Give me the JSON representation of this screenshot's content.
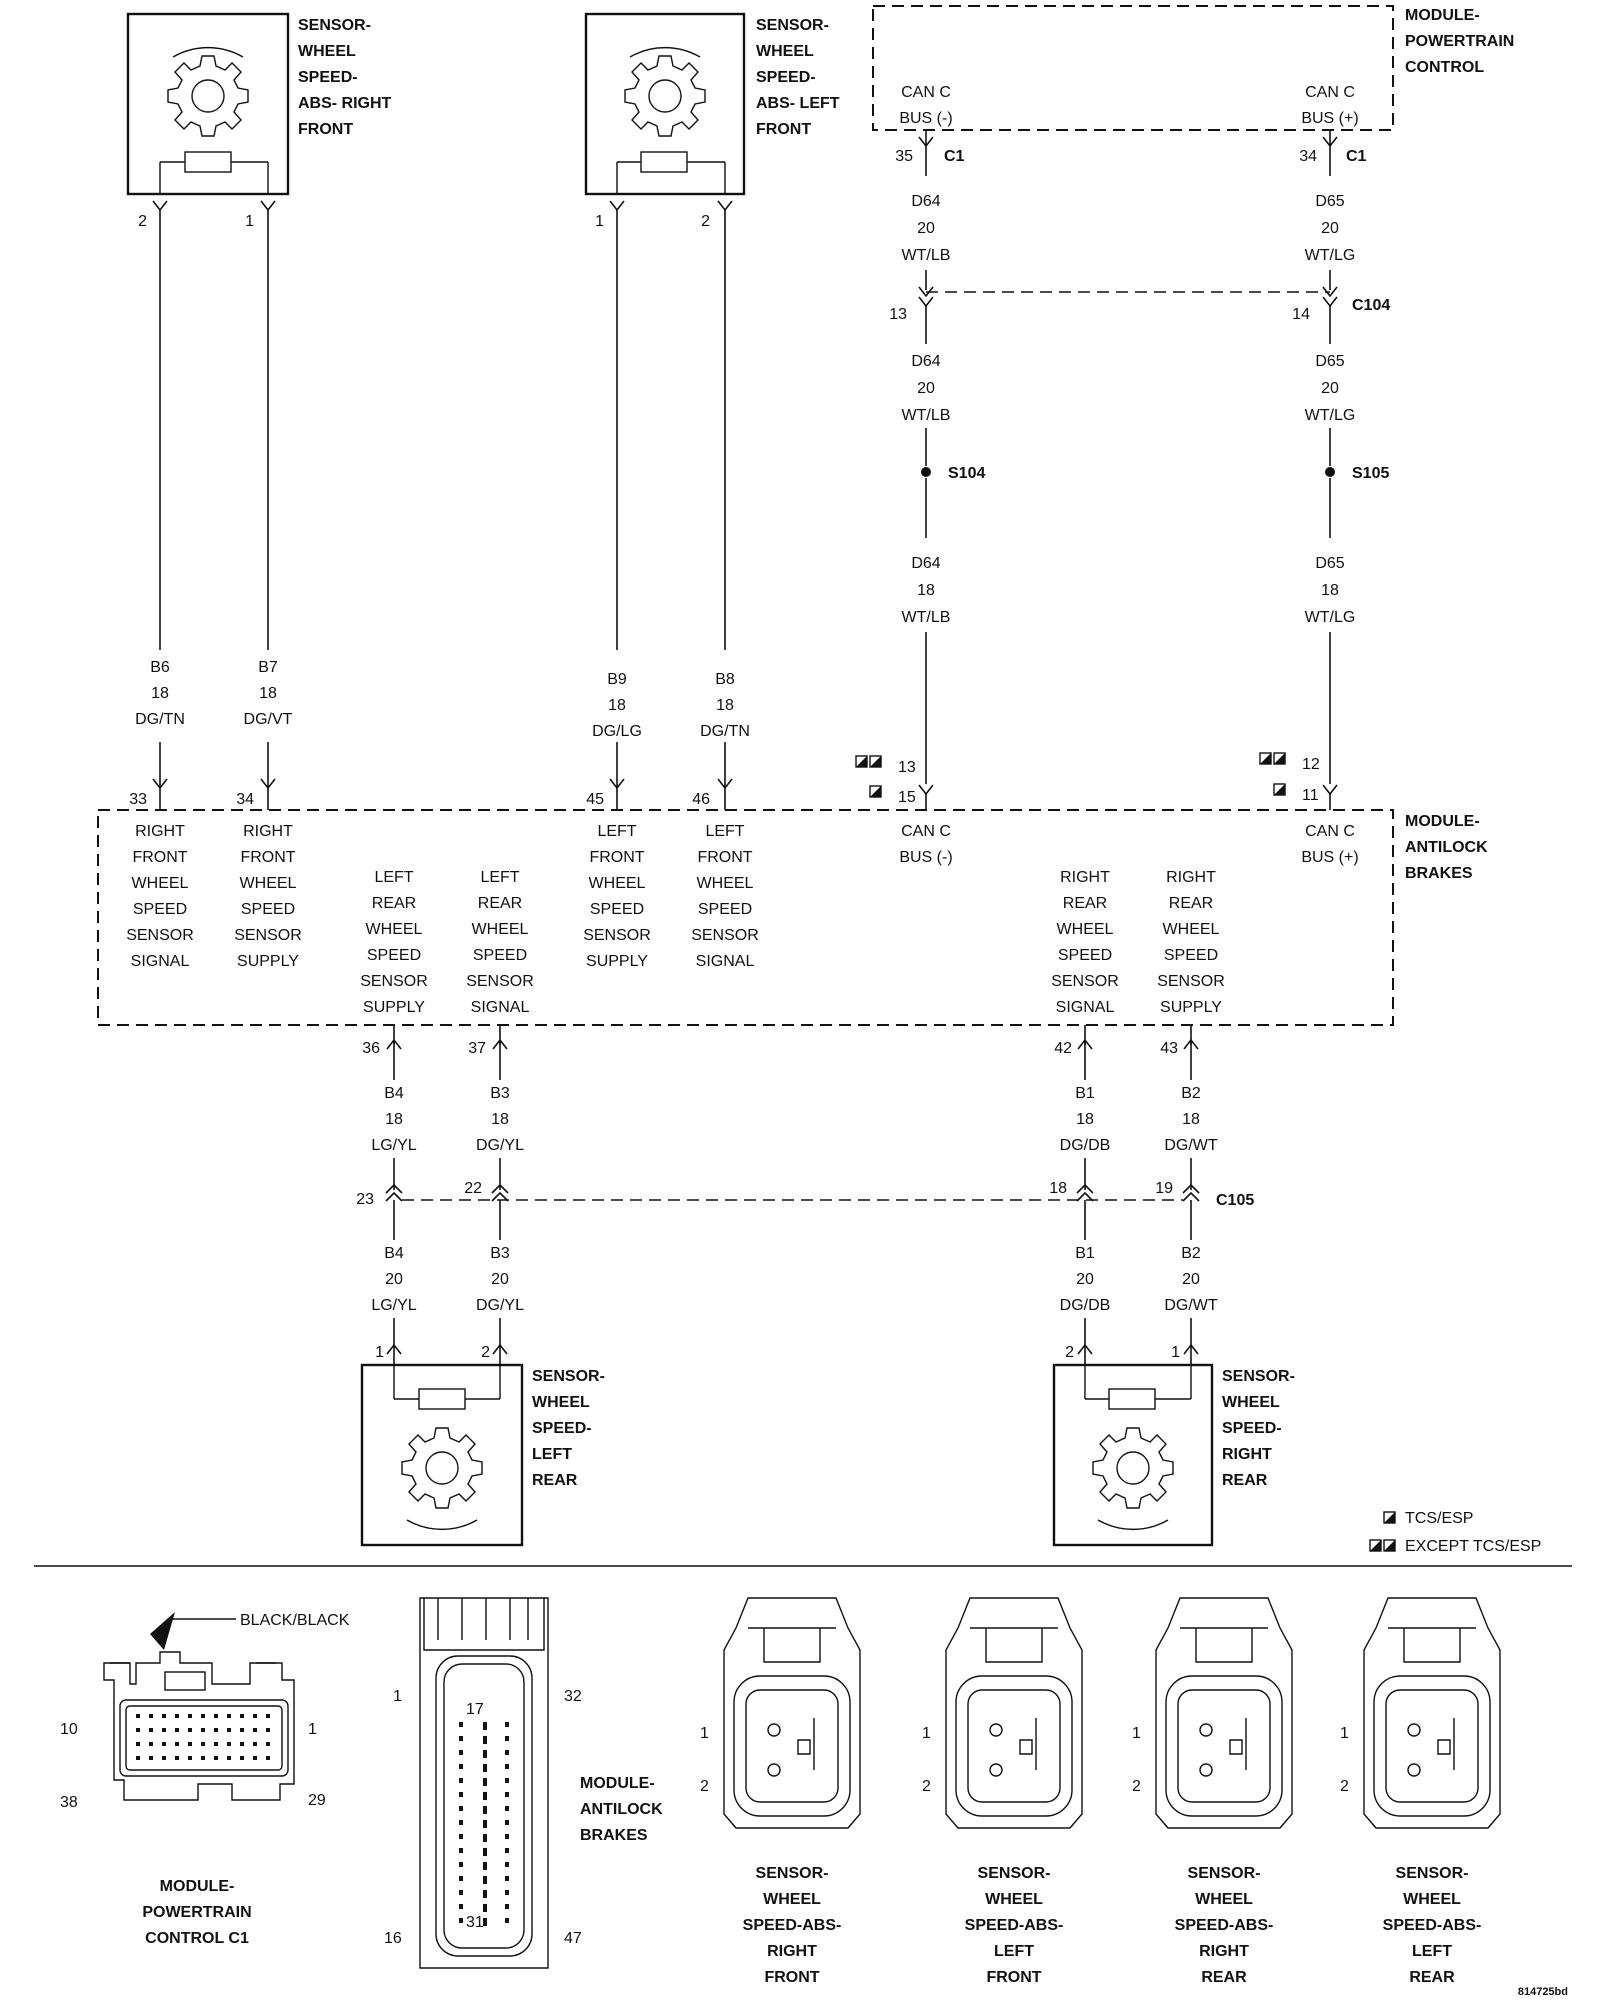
{
  "sensors_top": [
    {
      "name": [
        "SENSOR-",
        "WHEEL",
        "SPEED-",
        "ABS- RIGHT",
        "FRONT"
      ],
      "pinA": "2",
      "pinB": "1"
    },
    {
      "name": [
        "SENSOR-",
        "WHEEL",
        "SPEED-",
        "ABS- LEFT",
        "FRONT"
      ],
      "pinA": "1",
      "pinB": "2"
    }
  ],
  "sensors_bottom": [
    {
      "name": [
        "SENSOR-",
        "WHEEL",
        "SPEED-",
        "LEFT",
        "REAR"
      ],
      "pinA": "1",
      "pinB": "2"
    },
    {
      "name": [
        "SENSOR-",
        "WHEEL",
        "SPEED-",
        "RIGHT",
        "REAR"
      ],
      "pinA": "2",
      "pinB": "1"
    }
  ],
  "pcm": {
    "name": [
      "MODULE-",
      "POWERTRAIN",
      "CONTROL"
    ],
    "left_pin": [
      "CAN C",
      "BUS (-)"
    ],
    "right_pin": [
      "CAN C",
      "BUS (+)"
    ],
    "left_cav": "35",
    "right_cav": "34",
    "connector": "C1"
  },
  "can_upper": {
    "left": [
      "D64",
      "20",
      "WT/LB"
    ],
    "right": [
      "D65",
      "20",
      "WT/LG"
    ],
    "left_cav": "13",
    "right_cav": "14",
    "connector": "C104"
  },
  "can_mid": {
    "left": [
      "D64",
      "20",
      "WT/LB"
    ],
    "right": [
      "D65",
      "20",
      "WT/LG"
    ]
  },
  "splices": {
    "left": "S104",
    "right": "S105"
  },
  "can_lower": {
    "left": [
      "D64",
      "18",
      "WT/LB"
    ],
    "right": [
      "D65",
      "18",
      "WT/LG"
    ]
  },
  "front_wires": [
    {
      "lines": [
        "B6",
        "18",
        "DG/TN"
      ],
      "cav": "33"
    },
    {
      "lines": [
        "B7",
        "18",
        "DG/VT"
      ],
      "cav": "34"
    },
    {
      "lines": [
        "B9",
        "18",
        "DG/LG"
      ],
      "cav": "45"
    },
    {
      "lines": [
        "B8",
        "18",
        "DG/TN"
      ],
      "cav": "46"
    }
  ],
  "can_cavities": {
    "left_a": "13",
    "left_b": "15",
    "right_a": "12",
    "right_b": "11"
  },
  "abs": {
    "name": [
      "MODULE-",
      "ANTILOCK",
      "BRAKES"
    ],
    "pins": [
      [
        "RIGHT",
        "FRONT",
        "WHEEL",
        "SPEED",
        "SENSOR",
        "SIGNAL"
      ],
      [
        "RIGHT",
        "FRONT",
        "WHEEL",
        "SPEED",
        "SENSOR",
        "SUPPLY"
      ],
      [
        "LEFT",
        "REAR",
        "WHEEL",
        "SPEED",
        "SENSOR",
        "SUPPLY"
      ],
      [
        "LEFT",
        "REAR",
        "WHEEL",
        "SPEED",
        "SENSOR",
        "SIGNAL"
      ],
      [
        "LEFT",
        "FRONT",
        "WHEEL",
        "SPEED",
        "SENSOR",
        "SUPPLY"
      ],
      [
        "LEFT",
        "FRONT",
        "WHEEL",
        "SPEED",
        "SENSOR",
        "SIGNAL"
      ],
      [
        "CAN C",
        "BUS (-)"
      ],
      [
        "RIGHT",
        "REAR",
        "WHEEL",
        "SPEED",
        "SENSOR",
        "SIGNAL"
      ],
      [
        "RIGHT",
        "REAR",
        "WHEEL",
        "SPEED",
        "SENSOR",
        "SUPPLY"
      ],
      [
        "CAN C",
        "BUS (+)"
      ]
    ]
  },
  "rear_upper": [
    {
      "lines": [
        "B4",
        "18",
        "LG/YL"
      ],
      "cav": "36"
    },
    {
      "lines": [
        "B3",
        "18",
        "DG/YL"
      ],
      "cav": "37"
    },
    {
      "lines": [
        "B1",
        "18",
        "DG/DB"
      ],
      "cav": "42"
    },
    {
      "lines": [
        "B2",
        "18",
        "DG/WT"
      ],
      "cav": "43"
    }
  ],
  "c105": {
    "connector": "C105",
    "cavs": [
      "23",
      "22",
      "18",
      "19"
    ]
  },
  "rear_lower": [
    {
      "lines": [
        "B4",
        "20",
        "LG/YL"
      ]
    },
    {
      "lines": [
        "B3",
        "20",
        "DG/YL"
      ]
    },
    {
      "lines": [
        "B1",
        "20",
        "DG/DB"
      ]
    },
    {
      "lines": [
        "B2",
        "20",
        "DG/WT"
      ]
    }
  ],
  "legend": {
    "single": "TCS/ESP",
    "double": "EXCEPT TCS/ESP"
  },
  "connector_views": {
    "pcm": {
      "title": [
        "MODULE-",
        "POWERTRAIN",
        "CONTROL C1"
      ],
      "color": "BLACK/BLACK",
      "pins": [
        "10",
        "1",
        "38",
        "29"
      ]
    },
    "abs": {
      "title": [
        "MODULE-",
        "ANTILOCK",
        "BRAKES"
      ],
      "pins": [
        "1",
        "32",
        "17",
        "31",
        "16",
        "47"
      ]
    },
    "sensors": [
      {
        "title": [
          "SENSOR-",
          "WHEEL",
          "SPEED-ABS-",
          "RIGHT",
          "FRONT"
        ],
        "pins": [
          "1",
          "2"
        ]
      },
      {
        "title": [
          "SENSOR-",
          "WHEEL",
          "SPEED-ABS-",
          "LEFT",
          "FRONT"
        ],
        "pins": [
          "1",
          "2"
        ]
      },
      {
        "title": [
          "SENSOR-",
          "WHEEL",
          "SPEED-ABS-",
          "RIGHT",
          "REAR"
        ],
        "pins": [
          "1",
          "2"
        ]
      },
      {
        "title": [
          "SENSOR-",
          "WHEEL",
          "SPEED-ABS-",
          "LEFT",
          "REAR"
        ],
        "pins": [
          "1",
          "2"
        ]
      }
    ]
  },
  "figure_id": "814725bd"
}
